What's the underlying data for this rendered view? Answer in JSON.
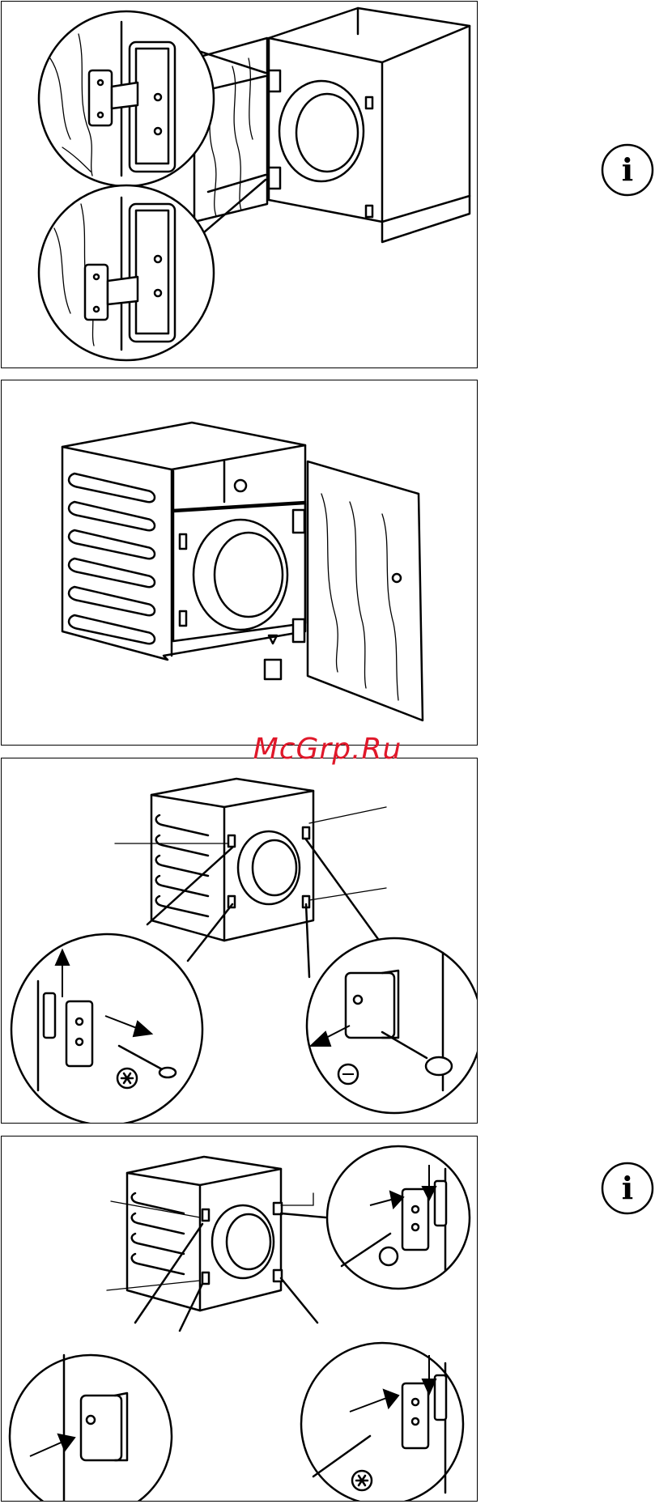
{
  "watermark": "McGrp.Ru",
  "info_symbol": "i",
  "panels": [
    {
      "id": "panel-1"
    },
    {
      "id": "panel-2"
    },
    {
      "id": "panel-3"
    },
    {
      "id": "panel-4"
    }
  ]
}
